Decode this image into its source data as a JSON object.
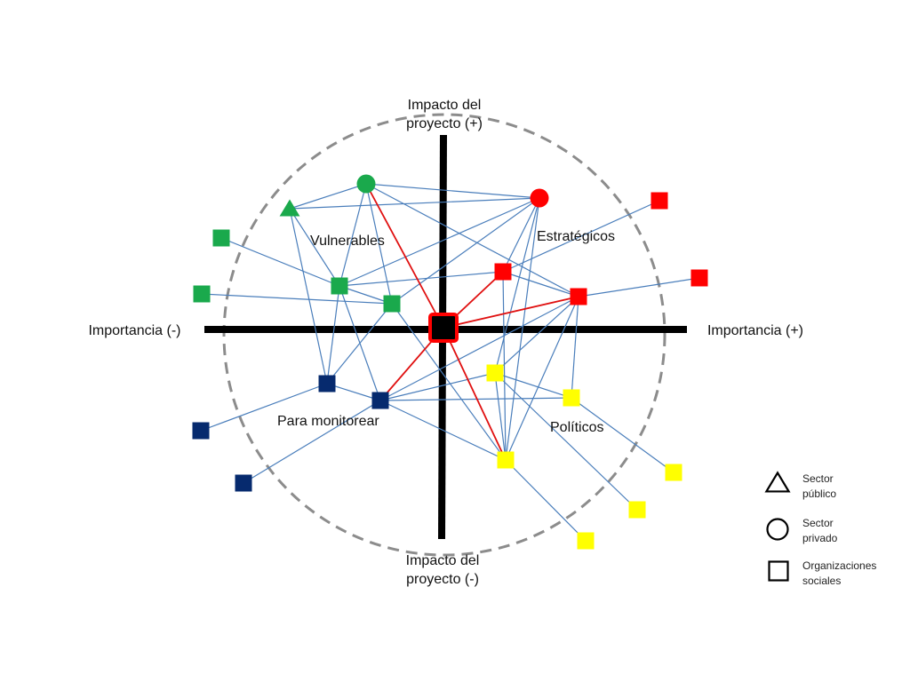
{
  "axes": {
    "top": "Impacto del\nproyecto (+)",
    "bottom": "Impacto del\nproyecto (-)",
    "left": "Importancia (-)",
    "right": "Importancia (+)"
  },
  "quadrants": {
    "top_left": "Vulnerables",
    "top_right": "Estratégicos",
    "bottom_left": "Para monitorear",
    "bottom_right": "Políticos"
  },
  "legend": [
    {
      "shape": "triangle",
      "label": "Sector\npúblico"
    },
    {
      "shape": "circle",
      "label": "Sector\nprivado"
    },
    {
      "shape": "square",
      "label": "Organizaciones\nsociales"
    }
  ],
  "colors": {
    "green": "#1aa94c",
    "red": "#ff0000",
    "navy": "#062a6e",
    "yellow": "#ffff00",
    "edge": "#4a7ebb",
    "center_edge": "#e01010",
    "axis": "#000000",
    "circle": "#8c8c8c"
  },
  "center_node": {
    "shape": "square",
    "color": "#000000",
    "border": "#ff0000"
  },
  "nodes": [
    {
      "id": "g_circle",
      "shape": "circle",
      "color": "green"
    },
    {
      "id": "g_triangle",
      "shape": "triangle",
      "color": "green"
    },
    {
      "id": "g_sq_far_top",
      "shape": "square",
      "color": "green"
    },
    {
      "id": "g_sq_far_mid",
      "shape": "square",
      "color": "green"
    },
    {
      "id": "g_sq_a",
      "shape": "square",
      "color": "green"
    },
    {
      "id": "g_sq_b",
      "shape": "square",
      "color": "green"
    },
    {
      "id": "r_circle",
      "shape": "circle",
      "color": "red"
    },
    {
      "id": "r_sq_far_top",
      "shape": "square",
      "color": "red"
    },
    {
      "id": "r_sq_far_right",
      "shape": "square",
      "color": "red"
    },
    {
      "id": "r_sq_a",
      "shape": "square",
      "color": "red"
    },
    {
      "id": "r_sq_b",
      "shape": "square",
      "color": "red"
    },
    {
      "id": "n_sq_a",
      "shape": "square",
      "color": "navy"
    },
    {
      "id": "n_sq_b",
      "shape": "square",
      "color": "navy"
    },
    {
      "id": "n_sq_far_a",
      "shape": "square",
      "color": "navy"
    },
    {
      "id": "n_sq_far_b",
      "shape": "square",
      "color": "navy"
    },
    {
      "id": "y_sq_a",
      "shape": "square",
      "color": "yellow"
    },
    {
      "id": "y_sq_b",
      "shape": "square",
      "color": "yellow"
    },
    {
      "id": "y_sq_c",
      "shape": "square",
      "color": "yellow"
    },
    {
      "id": "y_sq_far_a",
      "shape": "square",
      "color": "yellow"
    },
    {
      "id": "y_sq_far_b",
      "shape": "square",
      "color": "yellow"
    },
    {
      "id": "y_sq_far_c",
      "shape": "square",
      "color": "yellow"
    }
  ],
  "edges": [
    [
      "g_circle",
      "g_triangle"
    ],
    [
      "g_circle",
      "r_circle"
    ],
    [
      "g_triangle",
      "r_circle"
    ],
    [
      "g_circle",
      "g_sq_a"
    ],
    [
      "g_circle",
      "g_sq_b"
    ],
    [
      "g_circle",
      "r_sq_b"
    ],
    [
      "g_triangle",
      "g_sq_a"
    ],
    [
      "g_triangle",
      "n_sq_a"
    ],
    [
      "g_sq_far_top",
      "g_sq_a"
    ],
    [
      "g_sq_far_mid",
      "g_sq_b"
    ],
    [
      "g_sq_a",
      "r_circle"
    ],
    [
      "g_sq_a",
      "r_sq_a"
    ],
    [
      "g_sq_a",
      "g_sq_b"
    ],
    [
      "g_sq_a",
      "n_sq_a"
    ],
    [
      "g_sq_a",
      "n_sq_b"
    ],
    [
      "g_sq_b",
      "n_sq_a"
    ],
    [
      "g_sq_b",
      "y_sq_c"
    ],
    [
      "r_circle",
      "r_sq_a"
    ],
    [
      "r_circle",
      "y_sq_a"
    ],
    [
      "r_circle",
      "y_sq_c"
    ],
    [
      "r_circle",
      "g_sq_b"
    ],
    [
      "r_sq_far_top",
      "r_sq_a"
    ],
    [
      "r_sq_far_right",
      "r_sq_b"
    ],
    [
      "r_sq_a",
      "r_sq_b"
    ],
    [
      "r_sq_a",
      "y_sq_c"
    ],
    [
      "r_sq_b",
      "n_sq_b"
    ],
    [
      "r_sq_b",
      "y_sq_a"
    ],
    [
      "r_sq_b",
      "y_sq_b"
    ],
    [
      "r_sq_b",
      "y_sq_c"
    ],
    [
      "n_sq_a",
      "n_sq_far_a"
    ],
    [
      "n_sq_b",
      "n_sq_far_b"
    ],
    [
      "n_sq_a",
      "n_sq_b"
    ],
    [
      "n_sq_b",
      "y_sq_b"
    ],
    [
      "n_sq_b",
      "y_sq_a"
    ],
    [
      "n_sq_b",
      "y_sq_c"
    ],
    [
      "y_sq_a",
      "y_sq_b"
    ],
    [
      "y_sq_a",
      "y_sq_c"
    ],
    [
      "y_sq_a",
      "y_sq_far_b"
    ],
    [
      "y_sq_b",
      "y_sq_far_a"
    ],
    [
      "y_sq_c",
      "y_sq_far_c"
    ]
  ],
  "center_edges": [
    "g_circle",
    "r_sq_a",
    "r_sq_b",
    "n_sq_b",
    "y_sq_c"
  ]
}
